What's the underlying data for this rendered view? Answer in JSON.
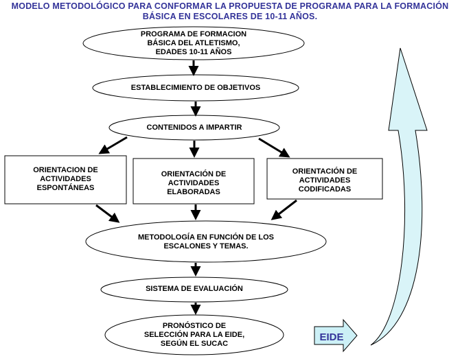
{
  "title": {
    "line1": "MODELO METODOLÓGICO PARA CONFORMAR LA PROPUESTA DE PROGRAMA PARA LA FORMACIÓN",
    "line2": "BÁSICA EN ESCOLARES DE 10-11 AÑOS."
  },
  "nodes": {
    "programa": {
      "line1": "PROGRAMA DE FORMACION",
      "line2": "BÁSICA DEL ATLETISMO,",
      "line3": "EDADES 10-11 AÑOS"
    },
    "objetivos": {
      "line1": "ESTABLECIMIENTO  DE OBJETIVOS"
    },
    "contenidos": {
      "line1": "CONTENIDOS A IMPARTIR"
    },
    "espontaneas": {
      "line1": "ORIENTACION DE",
      "line2": "ACTIVIDADES",
      "line3": "ESPONTÁNEAS"
    },
    "elaboradas": {
      "line1": "ORIENTACIÓN DE",
      "line2": "ACTIVIDADES",
      "line3": "ELABORADAS"
    },
    "codificadas": {
      "line1": "ORIENTACIÓN DE",
      "line2": "ACTIVIDADES",
      "line3": "CODIFICADAS"
    },
    "metodologia": {
      "line1": "METODOLOGÍA EN FUNCIÓN DE LOS",
      "line2": "ESCALONES Y TEMAS."
    },
    "evaluacion": {
      "line1": "SISTEMA DE EVALUACIÓN"
    },
    "pronostico": {
      "line1": "PRONÓSTICO DE",
      "line2": "SELECCIÓN PARA LA EIDE,",
      "line3": "SEGÚN EL SUCAC"
    }
  },
  "eide_label": "EIDE",
  "colors": {
    "title": "#333399",
    "eide_text": "#333399",
    "eide_arrow_fill": "#ccf0f6",
    "curved_arrow_fill": "#d9f4f8",
    "shape_stroke": "#000000"
  }
}
